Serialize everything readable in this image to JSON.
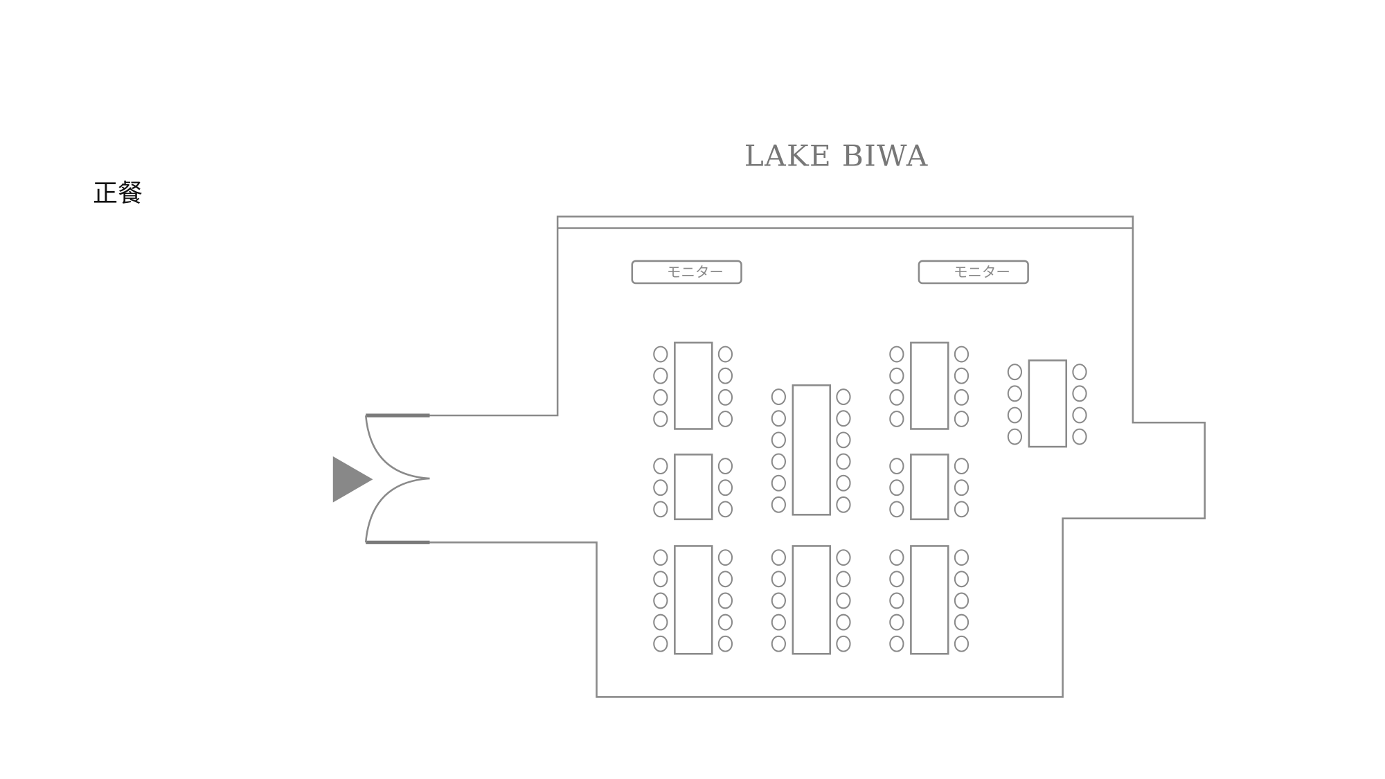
{
  "title": "正餐",
  "venue_name": "LAKE BIWA",
  "monitors": [
    {
      "label": "モニター"
    },
    {
      "label": "モニター"
    }
  ],
  "tables": [
    {
      "column": 1,
      "chairs_per_side": 4
    },
    {
      "column": 1,
      "chairs_per_side": 3
    },
    {
      "column": 1,
      "chairs_per_side": 5
    },
    {
      "column": 2,
      "chairs_per_side": 6
    },
    {
      "column": 2,
      "chairs_per_side": 5
    },
    {
      "column": 3,
      "chairs_per_side": 4
    },
    {
      "column": 3,
      "chairs_per_side": 3
    },
    {
      "column": 3,
      "chairs_per_side": 5
    },
    {
      "column": 4,
      "chairs_per_side": 4
    }
  ],
  "colors": {
    "line": "#8a8a8a",
    "entrance_arrow": "#888888"
  }
}
